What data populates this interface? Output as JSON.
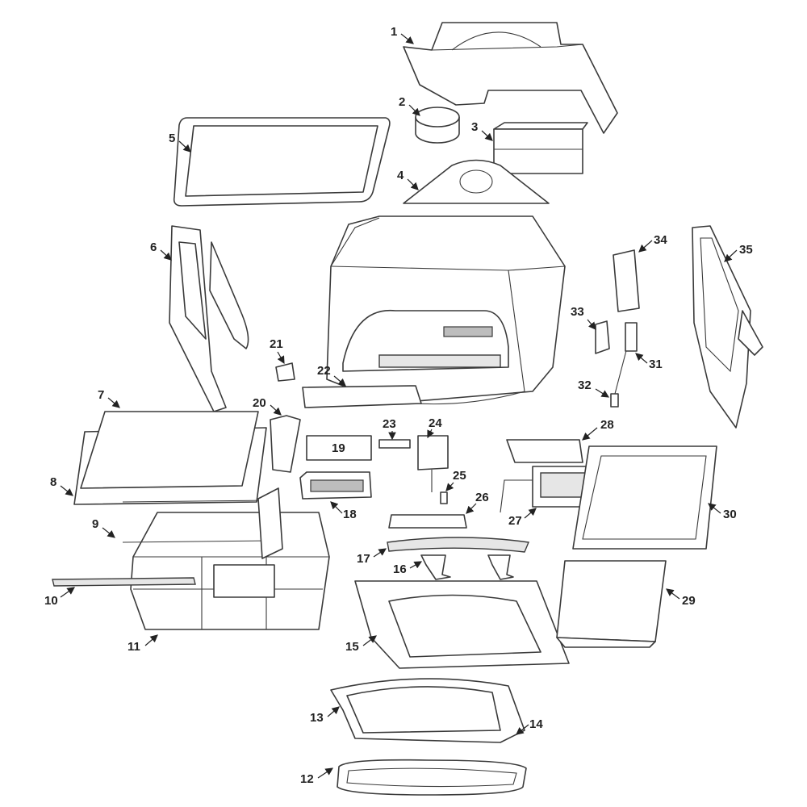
{
  "diagram": {
    "type": "exploded-parts-view",
    "callouts": [
      "1",
      "2",
      "3",
      "4",
      "5",
      "6",
      "7",
      "8",
      "9",
      "10",
      "11",
      "12",
      "13",
      "14",
      "15",
      "16",
      "17",
      "18",
      "19",
      "20",
      "21",
      "22",
      "23",
      "24",
      "25",
      "26",
      "27",
      "28",
      "29",
      "30",
      "31",
      "32",
      "33",
      "34",
      "35"
    ]
  }
}
